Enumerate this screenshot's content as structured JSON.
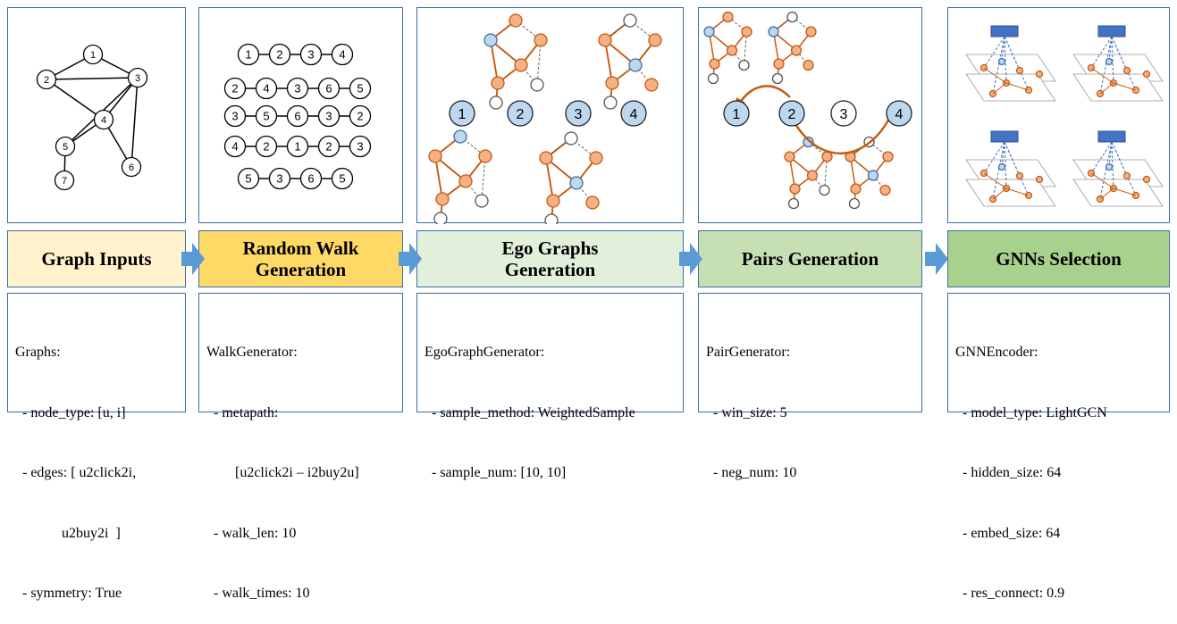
{
  "colors": {
    "border": "#3d6da8",
    "arrow": "#5b9bd5",
    "orange": "#c55a11",
    "orange_fill": "#f4b183",
    "blue_fill": "#bdd7ee",
    "stage1": "#fff2cc",
    "stage2": "#ffd966",
    "stage3": "#e2efda",
    "stage4": "#c6e0b4",
    "stage5": "#a9d18e"
  },
  "stages": [
    {
      "title": "Graph Inputs",
      "config_lines": [
        "Graphs:",
        "  - node_type: [u, i]",
        "  - edges: [ u2click2i,",
        "             u2buy2i  ]",
        "  - symmetry: True"
      ]
    },
    {
      "title": "Random Walk\nGeneration",
      "config_lines": [
        "WalkGenerator:",
        "  - metapath:",
        "        [u2click2i – i2buy2u]",
        "  - walk_len: 10",
        "  - walk_times: 10"
      ]
    },
    {
      "title": "Ego Graphs\nGeneration",
      "config_lines": [
        "EgoGraphGenerator:",
        "  - sample_method: WeightedSample",
        "  - sample_num: [10, 10]"
      ]
    },
    {
      "title": "Pairs Generation",
      "config_lines": [
        "PairGenerator:",
        "  - win_size: 5",
        "  - neg_num: 10"
      ]
    },
    {
      "title": "GNNs Selection",
      "config_lines": [
        "GNNEncoder:",
        "  - model_type: LightGCN",
        "  - hidden_size: 64",
        "  - embed_size: 64",
        "  - res_connect: 0.9"
      ]
    }
  ],
  "graph": {
    "nodes": [
      "1",
      "2",
      "3",
      "4",
      "5",
      "6",
      "7"
    ]
  },
  "walks": [
    [
      "1",
      "2",
      "3",
      "4"
    ],
    [
      "2",
      "4",
      "3",
      "6",
      "5"
    ],
    [
      "3",
      "5",
      "6",
      "3",
      "2"
    ],
    [
      "4",
      "2",
      "1",
      "2",
      "3"
    ],
    [
      "5",
      "3",
      "6",
      "5"
    ]
  ],
  "center_nodes": [
    "1",
    "2",
    "3",
    "4"
  ],
  "pair_nodes": [
    "1",
    "2",
    "3",
    "4"
  ]
}
